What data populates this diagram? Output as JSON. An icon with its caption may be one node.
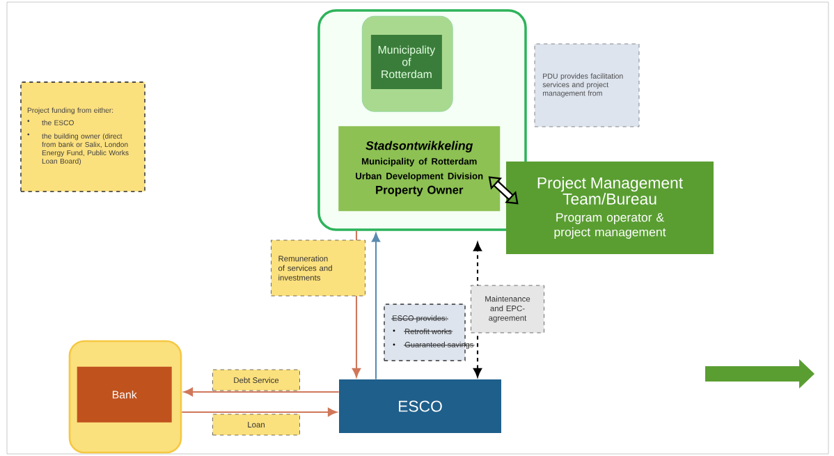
{
  "diagram": {
    "nodes": [
      {
        "text": [],
        "shape": "box"
      },
      {
        "text": [],
        "shape": "box",
        "in": 0
      },
      {
        "text": [
          "Municipality of Rotterdam"
        ],
        "in": 1
      },
      {
        "text": [
          "Stadsontwikkeling",
          "Municipality of Rotterdam Urban Development Division",
          "Property Owner"
        ],
        "in": 0
      },
      {
        "text": [
          "Project Management Team/Bureau",
          "Program operator & project management"
        ]
      },
      {
        "text": [
          "PDU provides facilitation services and project management from"
        ]
      },
      {
        "text": [
          "Project funding from either:",
          "the ESCO",
          "the building owner (direct from bank or Salix, London Energy Fund, Public Works Loan Board)"
        ]
      },
      {
        "text": [
          "ESCO provides:",
          "Retrofit works",
          "Guaranteed savings"
        ]
      },
      {
        "text": [],
        "shape": "box"
      },
      {
        "text": [
          "Bank"
        ],
        "in": 8
      },
      {
        "text": [
          "ESCO"
        ]
      }
    ],
    "edges": [
      {
        "from": 0,
        "to": 10,
        "arrow": "to",
        "label": "Remuneration of services and investments",
        "color": "#d0775a"
      },
      {
        "from": 10,
        "to": 0,
        "arrow": "to",
        "color": "#5a8bb0"
      },
      {
        "from": 3,
        "to": 4,
        "arrow": "both",
        "style": "thick",
        "color": "#000000"
      },
      {
        "from": 10,
        "to": null,
        "arrow": "both",
        "label": "Maintenance and EPC-agreement",
        "style": "dashed",
        "color": "#000000"
      },
      {
        "from": 10,
        "to": 8,
        "arrow": "to",
        "label": "Debt Service",
        "color": "#d0775a"
      },
      {
        "from": 8,
        "to": 10,
        "arrow": "to",
        "label": "Loan",
        "color": "#d0775a"
      }
    ],
    "labels": [
      "•",
      "•",
      "•",
      "•"
    ]
  }
}
